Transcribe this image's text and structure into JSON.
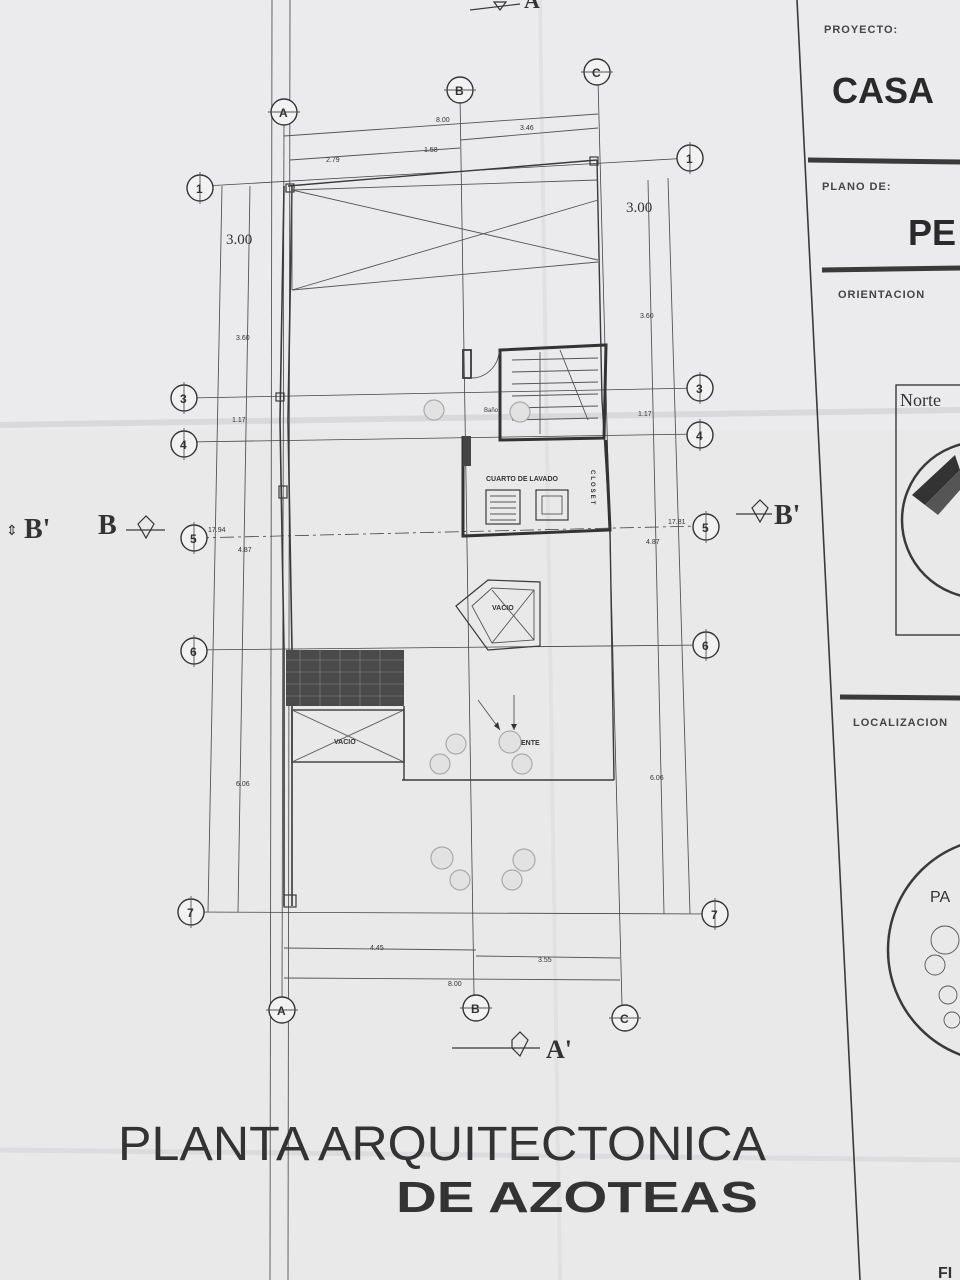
{
  "title_block": {
    "proyecto_label": "PROYECTO:",
    "proyecto_value": "CASA",
    "plano_label": "PLANO DE:",
    "plano_value": "PE",
    "orientacion_label": "ORIENTACION",
    "norte_label": "Norte",
    "localizacion_label": "LOCALIZACION",
    "park_label": "PA",
    "sheet_code": "FI"
  },
  "plan": {
    "title_line1": "PLANTA ARQUITECTONICA",
    "title_line2": "DE AZOTEAS",
    "grid_columns": [
      "A",
      "B",
      "C"
    ],
    "grid_rows": [
      "1",
      "3",
      "4",
      "5",
      "6",
      "7"
    ],
    "top_dims": {
      "overall": "8.00",
      "a_to_b1": "2.79",
      "b1_to_b": "1.58",
      "b_to_c": "3.46"
    },
    "bottom_dims": {
      "a_to_b": "4.45",
      "b_to_c": "3.55",
      "overall": "8.00"
    },
    "left_dims": {
      "row1_2_handwritten": "3.00",
      "row2_3": "3.60",
      "row3_4": "1.17",
      "overall": "17.94",
      "row4_6": "4.87",
      "row6_7": "6.06"
    },
    "right_dims": {
      "row1_2_handwritten": "3.00",
      "row2_3": "3.60",
      "row3_4": "1.17",
      "overall": "17.81",
      "row4_6": "4.87",
      "row6_7": "6.06"
    },
    "section_marks": {
      "a_top": "A",
      "a_bottom": "A'",
      "b_left": "B",
      "b_left2": "B'",
      "b_right": "B'"
    },
    "rooms": {
      "laundry": "CUARTO DE LAVADO",
      "closet": "CLOSET",
      "void1": "VACIO",
      "void2": "VACIO",
      "tank": "CIENTE",
      "bano": "Baño"
    }
  }
}
